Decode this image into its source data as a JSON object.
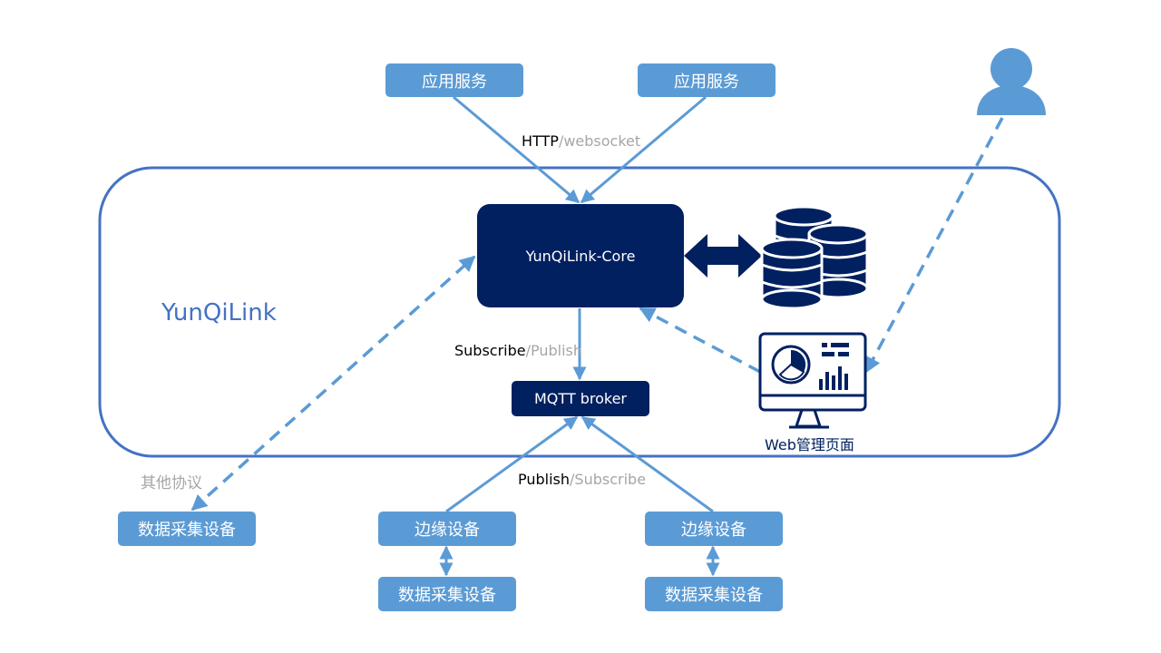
{
  "app_service_left": "应用服务",
  "app_service_right": "应用服务",
  "http_label": {
    "primary": "HTTP",
    "secondary": "/websocket"
  },
  "system_name": "YunQiLink",
  "core": "YunQiLink-Core",
  "subscribe_label": {
    "primary": "Subscribe",
    "secondary": "/Publish"
  },
  "broker": "MQTT broker",
  "publish_label": {
    "primary": "Publish",
    "secondary": "/Subscribe"
  },
  "web_admin_label": "Web管理页面",
  "other_protocol": "其他协议",
  "collector_standalone": "数据采集设备",
  "edge_left": "边缘设备",
  "edge_right": "边缘设备",
  "collector_left": "数据采集设备",
  "collector_right": "数据采集设备",
  "colors": {
    "accent": "#5b9bd5",
    "dark": "#002060",
    "border": "#4472c4",
    "muted": "#a6a6a6"
  }
}
